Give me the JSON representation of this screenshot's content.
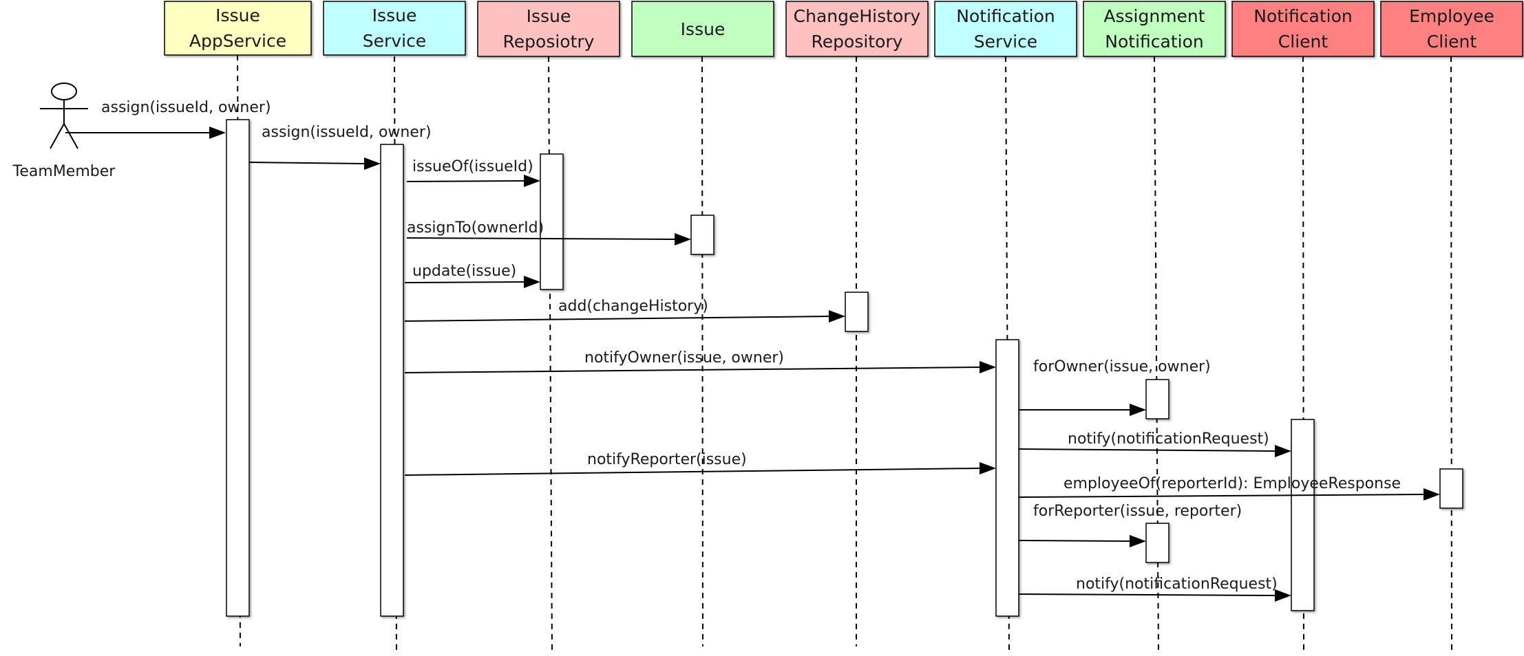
{
  "actor": {
    "label": "TeamMember"
  },
  "participants": [
    {
      "line1": "Issue",
      "line2": "AppService",
      "color": "#ffffc0"
    },
    {
      "line1": "Issue",
      "line2": "Service",
      "color": "#c0ffff"
    },
    {
      "line1": "Issue",
      "line2": "Reposiotry",
      "color": "#ffc0c0"
    },
    {
      "line1": "Issue",
      "line2": "",
      "color": "#c0ffc0"
    },
    {
      "line1": "ChangeHistory",
      "line2": "Repository",
      "color": "#ffc0c0"
    },
    {
      "line1": "Notification",
      "line2": "Service",
      "color": "#c0ffff"
    },
    {
      "line1": "Assignment",
      "line2": "Notification",
      "color": "#c0ffc0"
    },
    {
      "line1": "Notification",
      "line2": "Client",
      "color": "#ff8080"
    },
    {
      "line1": "Employee",
      "line2": "Client",
      "color": "#ff8080"
    }
  ],
  "messages": [
    {
      "label": "assign(issueId, owner)"
    },
    {
      "label": "assign(issueId, owner)"
    },
    {
      "label": "issueOf(issueId)"
    },
    {
      "label": "assignTo(ownerId)"
    },
    {
      "label": "update(issue)"
    },
    {
      "label": "add(changeHistory)"
    },
    {
      "label": "notifyOwner(issue, owner)"
    },
    {
      "label": "forOwner(issue, owner)"
    },
    {
      "label": "notify(notificationRequest)"
    },
    {
      "label": "notifyReporter(issue)"
    },
    {
      "label": "employeeOf(reporterId): EmployeeResponse"
    },
    {
      "label": "forReporter(issue, reporter)"
    },
    {
      "label": "notify(notificationRequest)"
    }
  ]
}
